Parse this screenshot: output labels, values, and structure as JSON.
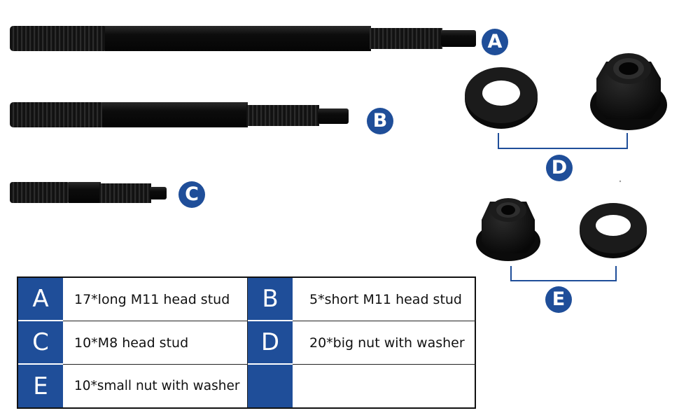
{
  "colors": {
    "badge_blue": "#1f4e99",
    "legend_blue": "#1f4e99",
    "part_black": "#111111"
  },
  "labels": {
    "A": "A",
    "B": "B",
    "C": "C",
    "D": "D",
    "E": "E"
  },
  "legend": {
    "rows": [
      {
        "code1": "A",
        "desc1": "17*long M11 head stud",
        "code2": "B",
        "desc2": "5*short M11 head stud"
      },
      {
        "code1": "C",
        "desc1": "10*M8 head stud",
        "code2": "D",
        "desc2": "20*big nut with washer"
      },
      {
        "code1": "E",
        "desc1": "10*small nut with washer",
        "code2": "",
        "desc2": ""
      }
    ]
  }
}
